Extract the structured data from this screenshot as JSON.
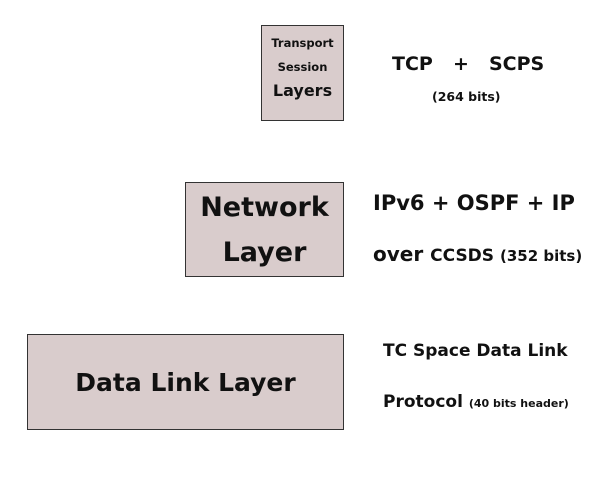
{
  "transport_box": {
    "line1": "Transport",
    "line2": "Session",
    "line3": "Layers"
  },
  "transport_text": {
    "tcp": "TCP",
    "plus": "+",
    "scps": "SCPS",
    "bits": "(264 bits)"
  },
  "network_box": {
    "line1": "Network",
    "line2": "Layer"
  },
  "network_text": {
    "line1": "IPv6 + OSPF + IP",
    "over": "over ",
    "ccsds": "CCSDS ",
    "bits": "(352 bits)"
  },
  "datalink_box": {
    "label": "Data Link Layer"
  },
  "datalink_text": {
    "line1": "TC Space Data Link",
    "protocol": "Protocol ",
    "bits": "(40 bits header)"
  }
}
